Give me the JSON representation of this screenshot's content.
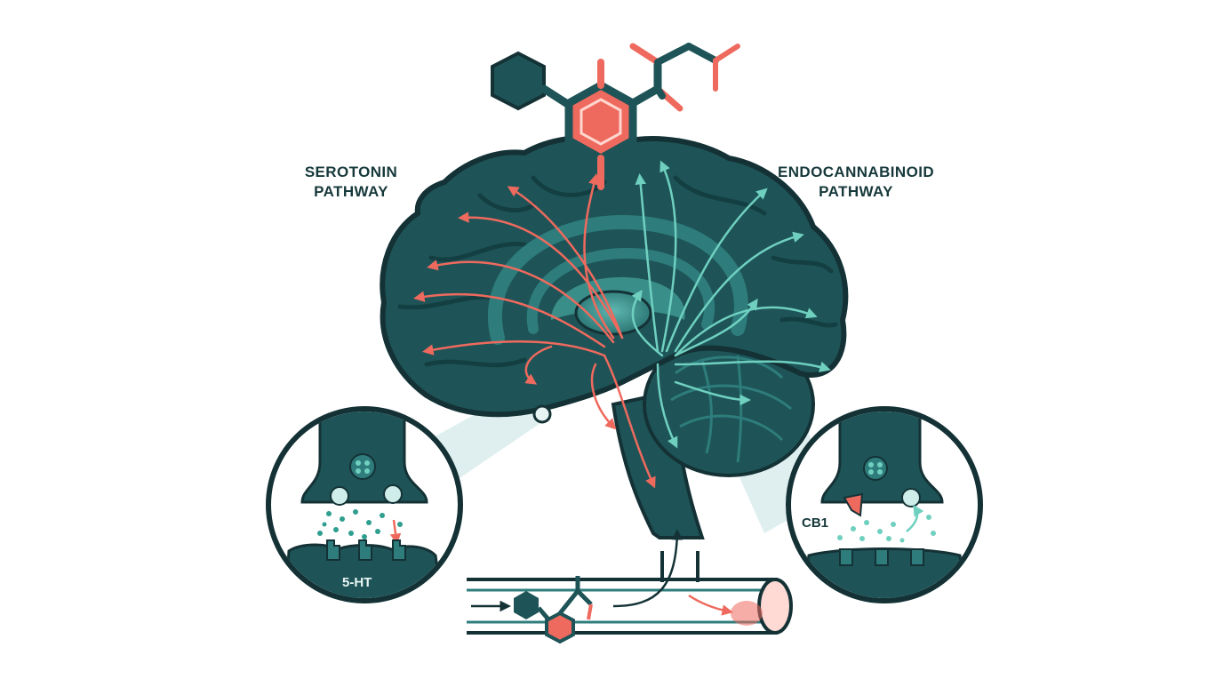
{
  "labels": {
    "serotonin_line1": "SEROTONIN",
    "serotonin_line2": "PATHWAY",
    "endo_line1": "ENDOCANNABINOID",
    "endo_line2": "PATHWAY",
    "receptor_5ht": "5-HT",
    "receptor_cb1": "CB1"
  },
  "colors": {
    "brain": "#1e5457",
    "brain_dark": "#143f42",
    "brain_inner": "#2e7c7c",
    "accent_teal": "#6fd0c0",
    "accent_coral": "#ef6a5e",
    "text": "#17393b",
    "outline": "#143236",
    "cone": "#d9ecec"
  }
}
